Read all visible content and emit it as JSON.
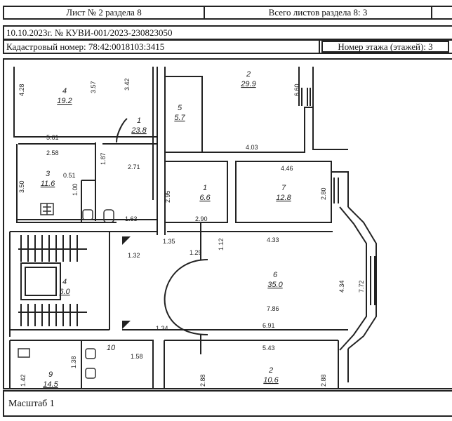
{
  "header": {
    "sheet_label": "Лист № 2 раздела 8",
    "total_label": "Всего листов раздела 8: 3",
    "date_doc": "10.10.2023г. № КУВИ-001/2023-230823050",
    "cadastral": "Кадастровый номер: 78:42:0018103:3415",
    "floor": "Номер этажа (этажей): 3"
  },
  "plan": {
    "rooms": [
      {
        "id": "r4a",
        "num": "4",
        "area": "19.2"
      },
      {
        "id": "r1a",
        "num": "1",
        "area": "23.8"
      },
      {
        "id": "r5",
        "num": "5",
        "area": "5.7"
      },
      {
        "id": "r2a",
        "num": "2",
        "area": "29.9"
      },
      {
        "id": "r3",
        "num": "3",
        "area": "11.6"
      },
      {
        "id": "r1b",
        "num": "1",
        "area": "6.6"
      },
      {
        "id": "r7",
        "num": "7",
        "area": "12.8"
      },
      {
        "id": "r4b",
        "num": "4",
        "area": "6.0"
      },
      {
        "id": "r6",
        "num": "6",
        "area": "35.0"
      },
      {
        "id": "r9",
        "num": "9",
        "area": "14.5"
      },
      {
        "id": "r10",
        "num": "10",
        "area": ""
      },
      {
        "id": "r2b",
        "num": "2",
        "area": "10.6"
      }
    ],
    "dims": [
      "4.28",
      "3.57",
      "3.42",
      "5.61",
      "2.58",
      "1.87",
      "2.71",
      "3.50",
      "1.00",
      "0.51",
      "1.63",
      "4.03",
      "6.60",
      "2.95",
      "2.90",
      "4.46",
      "2.80",
      "1.32",
      "1.35",
      "1.29",
      "1.12",
      "4.33",
      "4.34",
      "7.72",
      "7.86",
      "1.34",
      "6.91",
      "1.38",
      "1.58",
      "5.43",
      "2.88",
      "2.88",
      "1.42"
    ]
  },
  "footer": {
    "scale": "Масштаб 1"
  }
}
